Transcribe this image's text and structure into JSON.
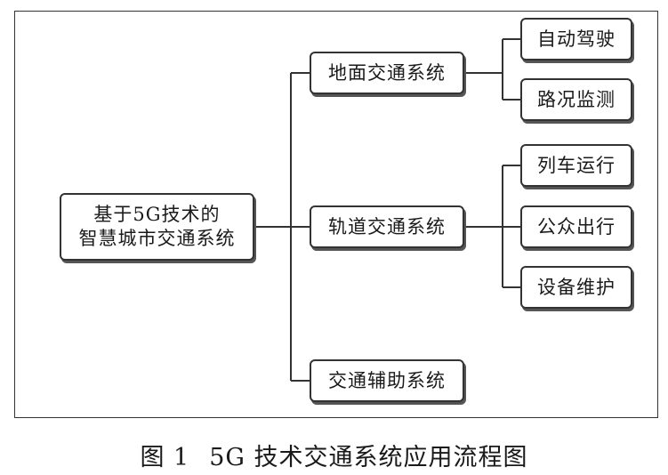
{
  "root": {
    "line1": "基于5G技术的",
    "line2": "智慧城市交通系统"
  },
  "level1": [
    {
      "label": "地面交通系统",
      "children": [
        "自动驾驶",
        "路况监测"
      ]
    },
    {
      "label": "轨道交通系统",
      "children": [
        "列车运行",
        "公众出行",
        "设备维护"
      ]
    },
    {
      "label": "交通辅助系统",
      "children": []
    }
  ],
  "caption": {
    "number": "图 1",
    "title": "5G 技术交通系统应用流程图"
  }
}
